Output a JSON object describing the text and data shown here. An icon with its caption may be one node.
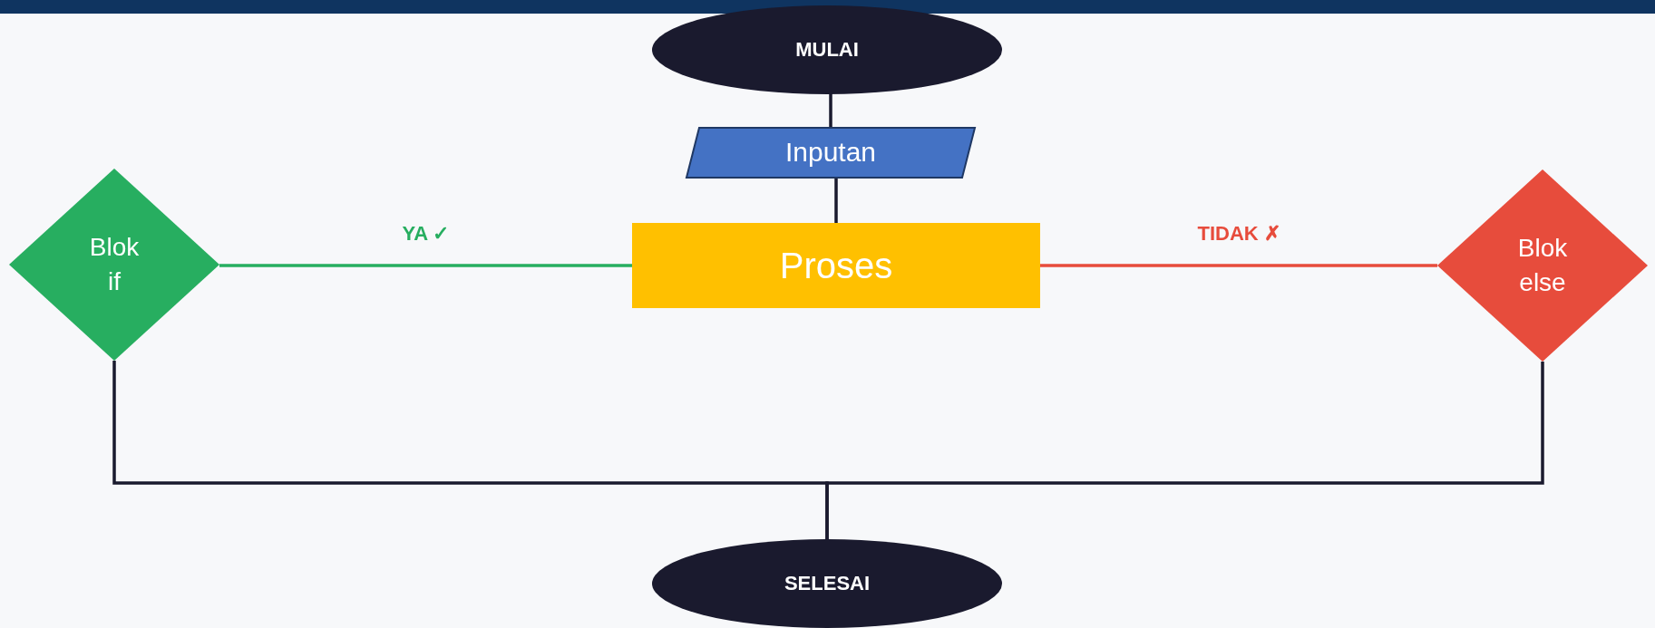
{
  "diagram": {
    "nodes": [
      {
        "text": [
          "MULAI"
        ]
      },
      {
        "text": [
          "Inputan"
        ]
      },
      {
        "text": [
          "Proses"
        ]
      },
      {
        "text": [
          "Blok if"
        ]
      },
      {
        "text": [
          "Blok else"
        ]
      },
      {
        "text": [
          "SELESAI"
        ]
      }
    ],
    "edges": [
      {
        "from": 0,
        "to": 1,
        "arrow": "none"
      },
      {
        "from": 1,
        "to": 2,
        "arrow": "none"
      },
      {
        "from": 2,
        "to": 3,
        "arrow": "none",
        "label": "YA ✓",
        "color": "#27ae60"
      },
      {
        "from": 2,
        "to": 4,
        "arrow": "none",
        "label": "TIDAK ✗",
        "color": "#e74c3c"
      },
      {
        "from": 3,
        "to": 5,
        "arrow": "none"
      },
      {
        "from": 4,
        "to": 5,
        "arrow": "none"
      }
    ]
  }
}
